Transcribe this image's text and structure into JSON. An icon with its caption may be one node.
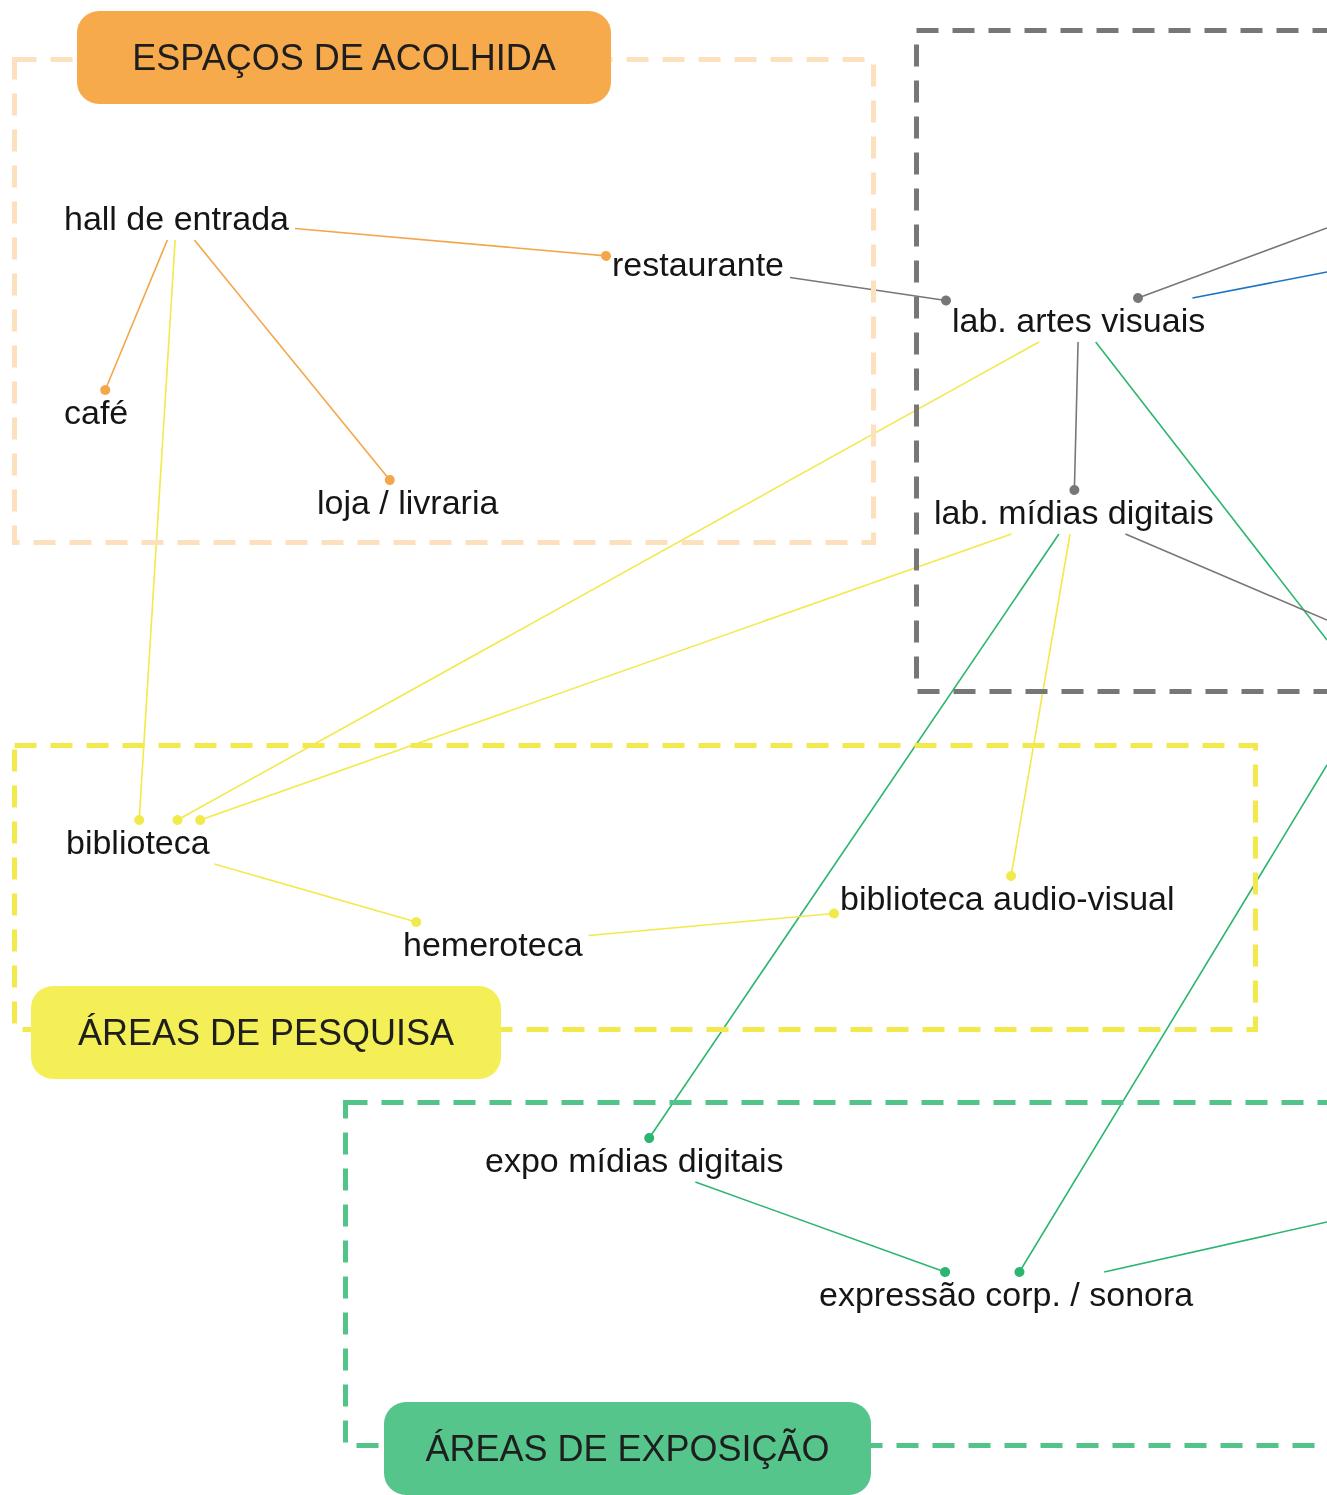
{
  "diagram": {
    "nodes": [
      {
        "text": [
          "ESPAÇOS DE ACOLHIDA"
        ]
      },
      {
        "text": [
          "hall de entrada"
        ],
        "in": 0
      },
      {
        "text": [
          "restaurante"
        ],
        "in": 0
      },
      {
        "text": [
          "café"
        ],
        "in": 0
      },
      {
        "text": [
          "loja / livraria"
        ],
        "in": 0
      },
      {
        "text": [],
        "shape": "box"
      },
      {
        "text": [
          "lab. artes visuais"
        ],
        "in": 5
      },
      {
        "text": [
          "lab. mídias digitais"
        ],
        "in": 5
      },
      {
        "text": [
          "ÁREAS DE PESQUISA"
        ]
      },
      {
        "text": [
          "biblioteca"
        ],
        "in": 8
      },
      {
        "text": [
          "hemeroteca"
        ],
        "in": 8
      },
      {
        "text": [
          "biblioteca audio-visual"
        ],
        "in": 8
      },
      {
        "text": [
          "ÁREAS DE EXPOSIÇÃO"
        ]
      },
      {
        "text": [
          "expo mídias digitais"
        ],
        "in": 12
      },
      {
        "text": [
          "expressão corp. / sonora"
        ],
        "in": 12
      }
    ],
    "edges": [
      {
        "from": 1,
        "to": 2,
        "arrow": "other",
        "color": "#f4a64a"
      },
      {
        "from": 1,
        "to": 3,
        "arrow": "other",
        "color": "#f4a64a"
      },
      {
        "from": 1,
        "to": 4,
        "arrow": "other",
        "color": "#f4a64a"
      },
      {
        "from": 1,
        "to": 9,
        "arrow": "other"
      },
      {
        "from": 2,
        "to": 6,
        "arrow": "other",
        "color": "#777777"
      },
      {
        "from": null,
        "to": 6,
        "arrow": "other",
        "color": "#777777"
      },
      {
        "from": 6,
        "to": null,
        "arrow": "none",
        "color": "#1a73c4"
      },
      {
        "from": 6,
        "to": 7,
        "arrow": "other",
        "color": "#777777"
      },
      {
        "from": 6,
        "to": 9,
        "arrow": "other"
      },
      {
        "from": 6,
        "to": null,
        "arrow": "none",
        "color": "#2cb56e"
      },
      {
        "from": 7,
        "to": 9,
        "arrow": "other"
      },
      {
        "from": 7,
        "to": 11,
        "arrow": "other"
      },
      {
        "from": 7,
        "to": 13,
        "arrow": "other",
        "color": "#2cb56e"
      },
      {
        "from": 7,
        "to": null,
        "arrow": "none",
        "color": "#777777"
      },
      {
        "from": 9,
        "to": 10,
        "arrow": "other"
      },
      {
        "from": 10,
        "to": 11,
        "arrow": "other"
      },
      {
        "from": 13,
        "to": 14,
        "arrow": "other",
        "color": "#2cb56e"
      },
      {
        "from": null,
        "to": 14,
        "arrow": "other",
        "color": "#2cb56e"
      },
      {
        "from": 14,
        "to": null,
        "arrow": "none",
        "color": "#2cb56e"
      }
    ]
  }
}
